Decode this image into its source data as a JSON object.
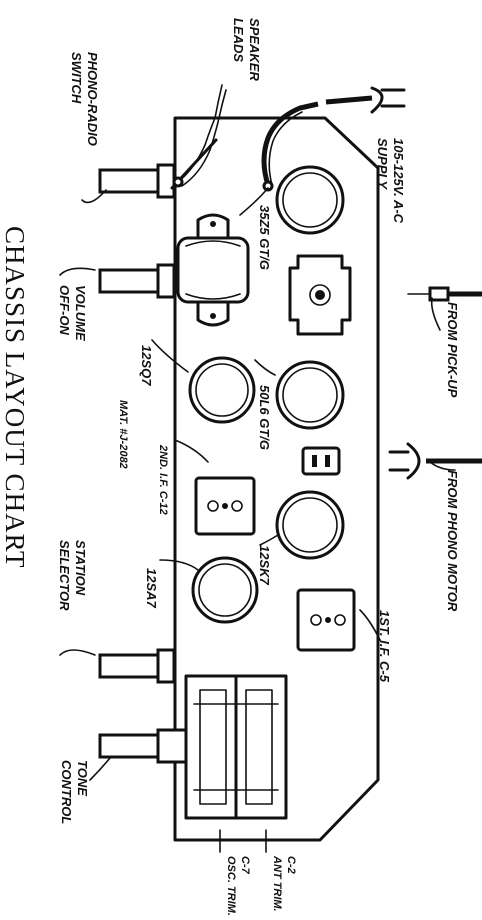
{
  "title": "CHASSIS LAYOUT CHART",
  "catalog_number": "MAT. #J-2082",
  "labels": {
    "speaker_leads": [
      "SPEAKER",
      "LEADS"
    ],
    "phono_radio_switch": [
      "PHONO-RADIO",
      "SWITCH"
    ],
    "supply": [
      "105-125V. A-C",
      "SUPPLY"
    ],
    "tube_35z5": "35Z5 GT/G",
    "volume": [
      "VOLUME",
      "OFF-ON"
    ],
    "from_pickup": "FROM PICK-UP",
    "tube_12sq7": "12SQ7",
    "tube_50l6": "50L6 GT/G",
    "second_if": "2ND. I.F. C-12",
    "from_phono_motor": "FROM PHONO MOTOR",
    "tube_12sk7": "12SK7",
    "tube_12sa7": "12SA7",
    "station_selector": [
      "STATION",
      "SELECTOR"
    ],
    "first_if": "1ST. I.F. C-5",
    "tone_control": [
      "TONE",
      "CONTROL"
    ],
    "osc_trim": [
      "OSC. TRIM.",
      "C-7"
    ],
    "ant_trim": [
      "ANT TRIM.",
      "C-2"
    ]
  }
}
